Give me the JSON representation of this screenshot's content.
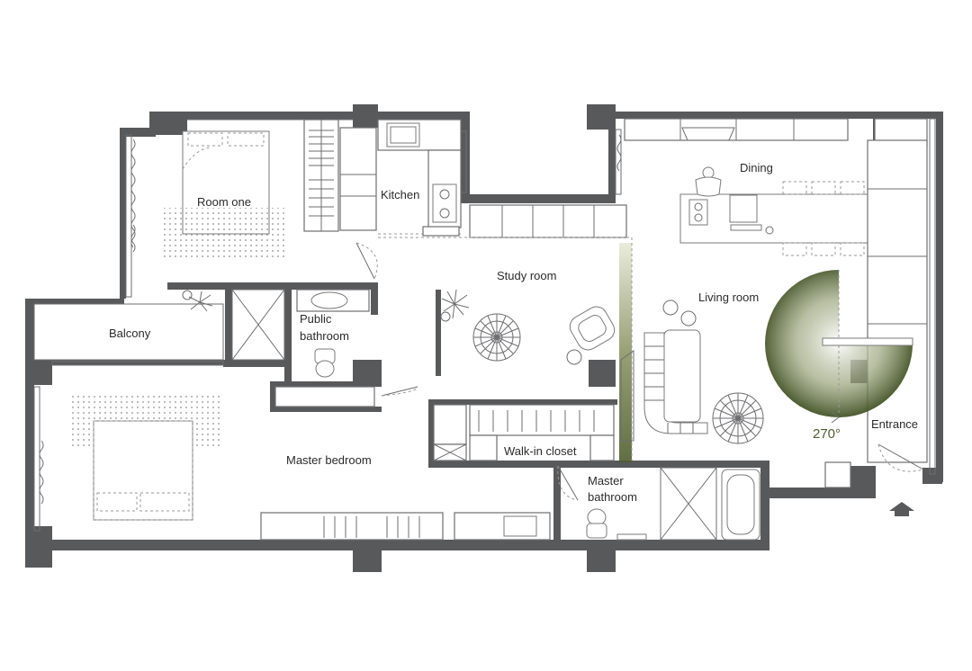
{
  "rooms": {
    "room_one": "Room one",
    "kitchen": "Kitchen",
    "dining": "Dining",
    "study_room": "Study room",
    "living_room": "Living room",
    "balcony": "Balcony",
    "public_bathroom_line1": "Public",
    "public_bathroom_line2": "bathroom",
    "master_bedroom": "Master bedroom",
    "walk_in_closet": "Walk-in closet",
    "master_bathroom_line1": "Master",
    "master_bathroom_line2": "bathroom",
    "entrance": "Entrance"
  },
  "rotation_angle": "270°",
  "colors": {
    "wall": "#58595b",
    "accent_green": "#4f5e2f",
    "line": "#6d6e70"
  },
  "icons": [
    "plant-icon",
    "rug-icon",
    "person-icon",
    "entry-arrow-icon"
  ]
}
